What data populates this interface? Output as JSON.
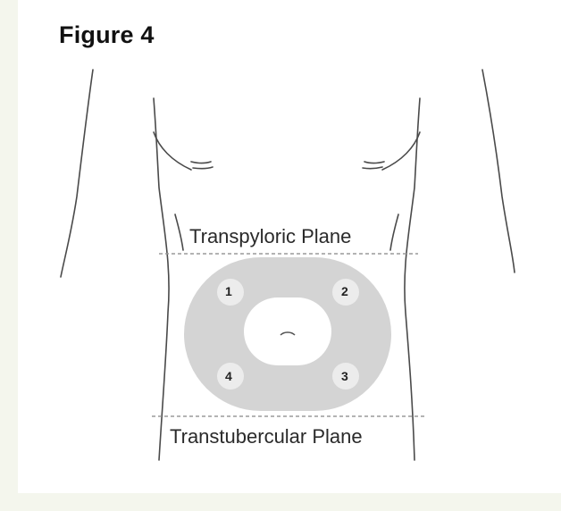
{
  "figure": {
    "title": "Figure 4"
  },
  "planes": {
    "upper_label": "Transpyloric Plane",
    "lower_label": "Transtubercular Plane"
  },
  "injection_sites": [
    "1",
    "2",
    "3",
    "4"
  ],
  "colors": {
    "background": "#f4f6ed",
    "panel": "#ffffff",
    "injection_zone": "#d4d4d4",
    "outline": "#4a4a4a",
    "plane_line": "#9a9a9a"
  }
}
